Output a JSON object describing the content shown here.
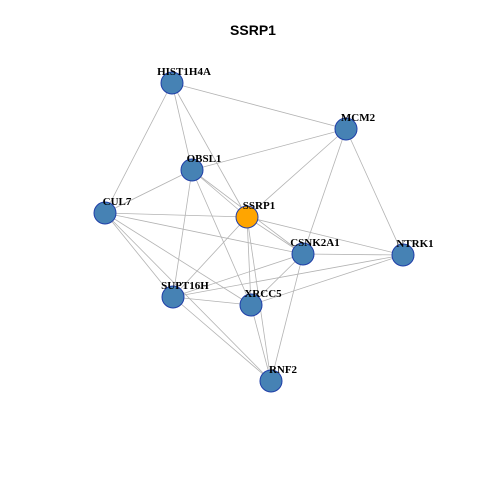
{
  "title": "SSRP1",
  "colors": {
    "node_fill": "#4682b4",
    "hub_fill": "#ffa500",
    "node_border": "#1f3ea8",
    "edge": "#b3b3b3"
  },
  "nodes": [
    {
      "id": "HIST1H4A",
      "label": "HIST1H4A",
      "hub": false
    },
    {
      "id": "MCM2",
      "label": "MCM2",
      "hub": false
    },
    {
      "id": "OBSL1",
      "label": "OBSL1",
      "hub": false
    },
    {
      "id": "CUL7",
      "label": "CUL7",
      "hub": false
    },
    {
      "id": "SSRP1",
      "label": "SSRP1",
      "hub": true
    },
    {
      "id": "CSNK2A1",
      "label": "CSNK2A1",
      "hub": false
    },
    {
      "id": "NTRK1",
      "label": "NTRK1",
      "hub": false
    },
    {
      "id": "SUPT16H",
      "label": "SUPT16H",
      "hub": false
    },
    {
      "id": "XRCC5",
      "label": "XRCC5",
      "hub": false
    },
    {
      "id": "RNF2",
      "label": "RNF2",
      "hub": false
    }
  ],
  "edges": [
    [
      "HIST1H4A",
      "MCM2"
    ],
    [
      "HIST1H4A",
      "OBSL1"
    ],
    [
      "HIST1H4A",
      "CUL7"
    ],
    [
      "HIST1H4A",
      "SSRP1"
    ],
    [
      "MCM2",
      "OBSL1"
    ],
    [
      "MCM2",
      "SSRP1"
    ],
    [
      "MCM2",
      "CSNK2A1"
    ],
    [
      "MCM2",
      "NTRK1"
    ],
    [
      "OBSL1",
      "CUL7"
    ],
    [
      "OBSL1",
      "SSRP1"
    ],
    [
      "OBSL1",
      "SUPT16H"
    ],
    [
      "OBSL1",
      "XRCC5"
    ],
    [
      "OBSL1",
      "CSNK2A1"
    ],
    [
      "CUL7",
      "SSRP1"
    ],
    [
      "CUL7",
      "CSNK2A1"
    ],
    [
      "CUL7",
      "SUPT16H"
    ],
    [
      "CUL7",
      "XRCC5"
    ],
    [
      "CUL7",
      "RNF2"
    ],
    [
      "SSRP1",
      "NTRK1"
    ],
    [
      "SSRP1",
      "SUPT16H"
    ],
    [
      "SSRP1",
      "XRCC5"
    ],
    [
      "SSRP1",
      "RNF2"
    ],
    [
      "SSRP1",
      "CSNK2A1"
    ],
    [
      "CSNK2A1",
      "NTRK1"
    ],
    [
      "CSNK2A1",
      "SUPT16H"
    ],
    [
      "CSNK2A1",
      "XRCC5"
    ],
    [
      "CSNK2A1",
      "RNF2"
    ],
    [
      "NTRK1",
      "SUPT16H"
    ],
    [
      "NTRK1",
      "XRCC5"
    ],
    [
      "SUPT16H",
      "XRCC5"
    ],
    [
      "SUPT16H",
      "RNF2"
    ],
    [
      "XRCC5",
      "RNF2"
    ]
  ]
}
